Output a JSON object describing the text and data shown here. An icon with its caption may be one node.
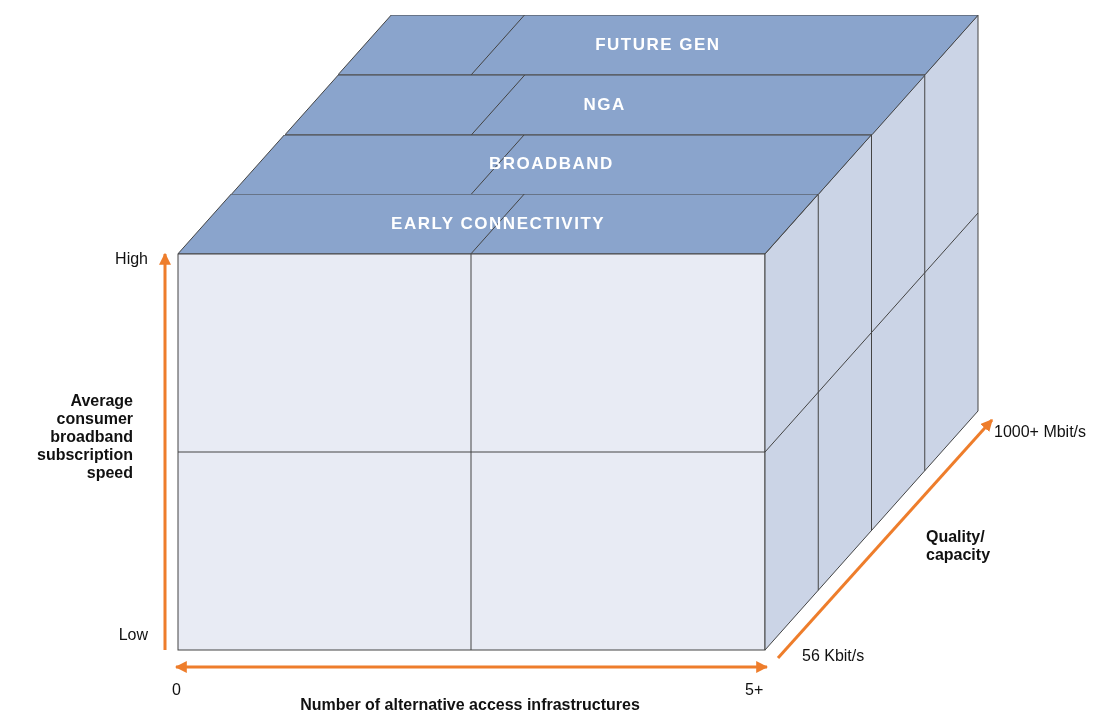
{
  "diagram": {
    "nodes": [
      {
        "text": [
          "FUTURE GEN"
        ]
      },
      {
        "text": [
          "NGA"
        ]
      },
      {
        "text": [
          "BROADBAND"
        ]
      },
      {
        "text": [
          "EARLY CONNECTIVITY"
        ]
      }
    ],
    "edges": [],
    "labels": [
      "High",
      "Average consumer broadband subscription speed",
      "Low",
      "1000+ Mbit/s",
      "Quality/ capacity",
      "56 Kbit/s",
      "0",
      "5+",
      "Number of alternative access infrastructures"
    ]
  }
}
